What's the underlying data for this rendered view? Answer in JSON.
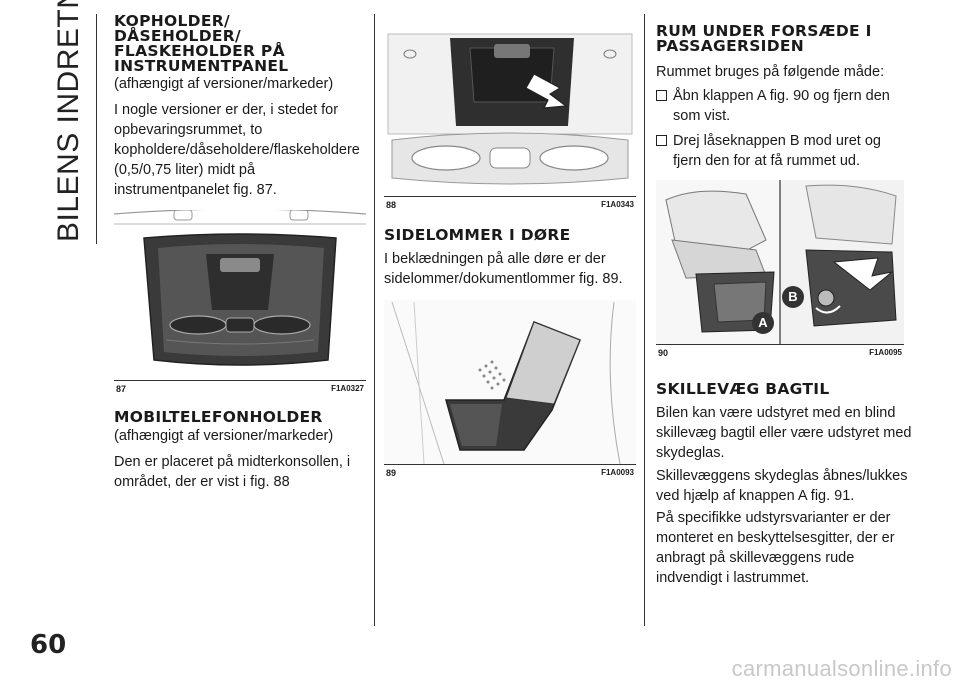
{
  "sidebar": {
    "title": "BILENS INDRETNING"
  },
  "page_number": "60",
  "footer": {
    "url": "carmanualsonline.info"
  },
  "col1": {
    "heading1": "KOPHOLDER/\nDÅSEHOLDER/\nFLASKEHOLDER PÅ\nINSTRUMENTPANEL",
    "sub1": "(afhængigt af versioner/markeder)",
    "para1": "I nogle versioner er der, i stedet for opbevaringsrummet, to kopholdere/dåseholdere/flaskeholdere (0,5/0,75 liter) midt på instrumentpanelet fig. 87.",
    "fig87": {
      "num": "87",
      "code": "F1A0327"
    },
    "heading2": "MOBILTELEFONHOLDER",
    "sub2": "(afhængigt af versioner/markeder)",
    "para2": "Den er placeret på midterkonsollen, i området, der er vist i fig. 88"
  },
  "col2": {
    "fig88": {
      "num": "88",
      "code": "F1A0343"
    },
    "heading": "SIDELOMMER I DØRE",
    "para": "I beklædningen på alle døre er der sidelommer/dokumentlommer fig. 89.",
    "fig89": {
      "num": "89",
      "code": "F1A0093"
    }
  },
  "col3": {
    "heading1": "RUM UNDER FORSÆDE I\nPASSAGERSIDEN",
    "intro": "Rummet bruges på følgende måde:",
    "bullets": [
      "Åbn klappen A fig. 90 og fjern den som vist.",
      "Drej låseknappen B mod uret og fjern den for at få rummet ud."
    ],
    "fig90": {
      "num": "90",
      "code": "F1A0095",
      "label_a": "A",
      "label_b": "B"
    },
    "heading2": "SKILLEVÆG BAGTIL",
    "para1": "Bilen kan være udstyret med en blind skillevæg bagtil eller være udstyret med skydeglas.",
    "para2": "Skillevæggens skydeglas åbnes/lukkes ved hjælp af knappen A fig. 91.",
    "para3": "På specifikke udstyrsvarianter er der monteret en beskyttelsesgitter, der er anbragt på skillevæggens rude indvendigt i lastrummet."
  }
}
